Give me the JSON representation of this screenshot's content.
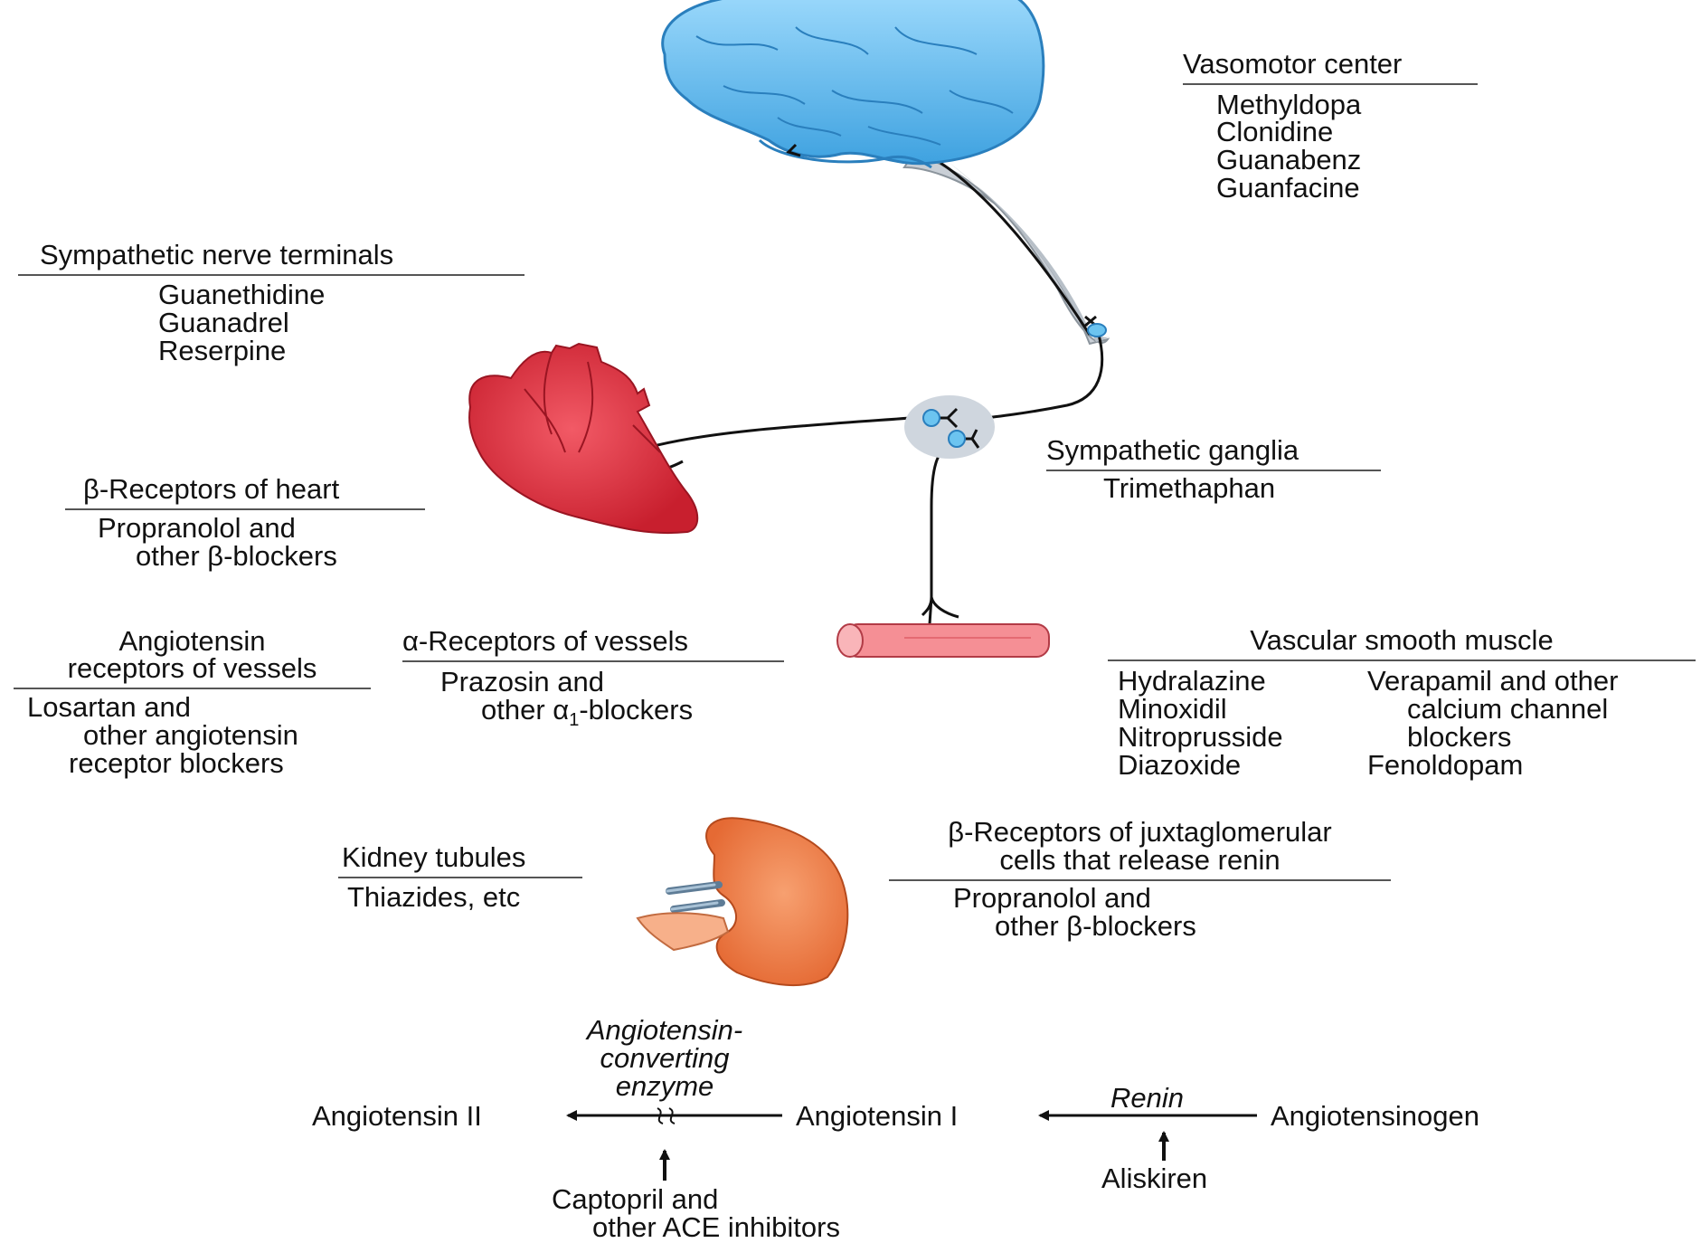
{
  "vasomotor": {
    "heading": "Vasomotor center",
    "drugs": [
      "Methyldopa",
      "Clonidine",
      "Guanabenz",
      "Guanfacine"
    ]
  },
  "sympathetic_terminals": {
    "heading": "Sympathetic nerve terminals",
    "drugs": [
      "Guanethidine",
      "Guanadrel",
      "Reserpine"
    ]
  },
  "beta_heart": {
    "heading": "β-Receptors of heart",
    "drugs_line1": "Propranolol and",
    "drugs_line2": "other β-blockers"
  },
  "sympathetic_ganglia": {
    "heading": "Sympathetic ganglia",
    "drug": "Trimethaphan"
  },
  "angiotensin_receptors": {
    "heading_line1": "Angiotensin",
    "heading_line2": "receptors of vessels",
    "drugs_line1": "Losartan and",
    "drugs_line2": "other angiotensin",
    "drugs_line3": "receptor blockers"
  },
  "alpha_vessels": {
    "heading": "α-Receptors of vessels",
    "drugs_line1": "Prazosin and",
    "drugs_line2": "other α",
    "drugs_sub": "1",
    "drugs_line2_end": "-blockers"
  },
  "vascular_smooth_muscle": {
    "heading": "Vascular smooth muscle",
    "col1": [
      "Hydralazine",
      "Minoxidil",
      "Nitroprusside",
      "Diazoxide"
    ],
    "col2_line1": "Verapamil and other",
    "col2_line2": "calcium channel",
    "col2_line3": "blockers",
    "col2_line4": "Fenoldopam"
  },
  "kidney_tubules": {
    "heading": "Kidney tubules",
    "drug": "Thiazides, etc"
  },
  "beta_jg": {
    "heading_line1": "β-Receptors of juxtaglomerular",
    "heading_line2": "cells that release renin",
    "drugs_line1": "Propranolol and",
    "drugs_line2": "other β-blockers"
  },
  "pathway": {
    "ace_line1": "Angiotensin-",
    "ace_line2": "converting",
    "ace_line3": "enzyme",
    "angiotensin_ii": "Angiotensin II",
    "angiotensin_i": "Angiotensin I",
    "renin": "Renin",
    "angiotensinogen": "Angiotensinogen",
    "aliskiren": "Aliskiren",
    "captopril_line1": "Captopril and",
    "captopril_line2": "other ACE inhibitors"
  },
  "colors": {
    "brain": "#5fb8ec",
    "heart": "#e0303e",
    "vessel": "#f58f95",
    "kidney": "#f07f4e",
    "ganglion": "#cfd6de"
  }
}
